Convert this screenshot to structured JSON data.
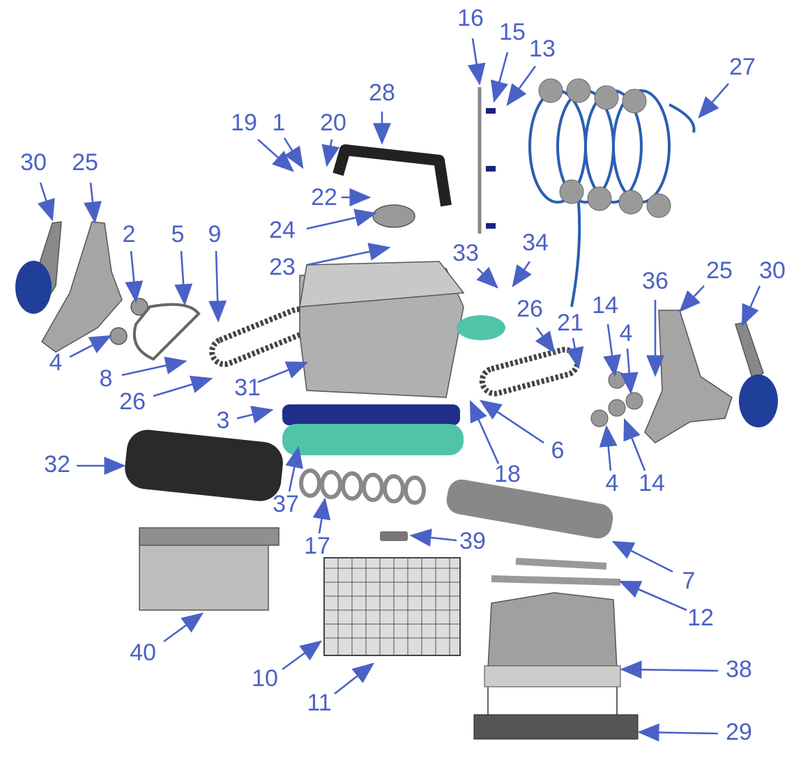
{
  "diagram": {
    "type": "exploded parts diagram",
    "callouts": [
      "30",
      "25",
      "2",
      "5",
      "9",
      "4",
      "8",
      "26",
      "31",
      "3",
      "32",
      "37",
      "17",
      "19",
      "1",
      "20",
      "28",
      "22",
      "24",
      "23",
      "16",
      "15",
      "13",
      "27",
      "33",
      "34",
      "26",
      "21",
      "14",
      "4",
      "36",
      "25",
      "30",
      "18",
      "6",
      "4",
      "14",
      "7",
      "39",
      "12",
      "40",
      "10",
      "11",
      "38",
      "29"
    ]
  },
  "colors": {
    "label": "#4a62c6",
    "part": "#b8b8b8",
    "dark": "#2a2a2a",
    "blue": "#2a4fa8",
    "teal": "#4fc4a8"
  }
}
